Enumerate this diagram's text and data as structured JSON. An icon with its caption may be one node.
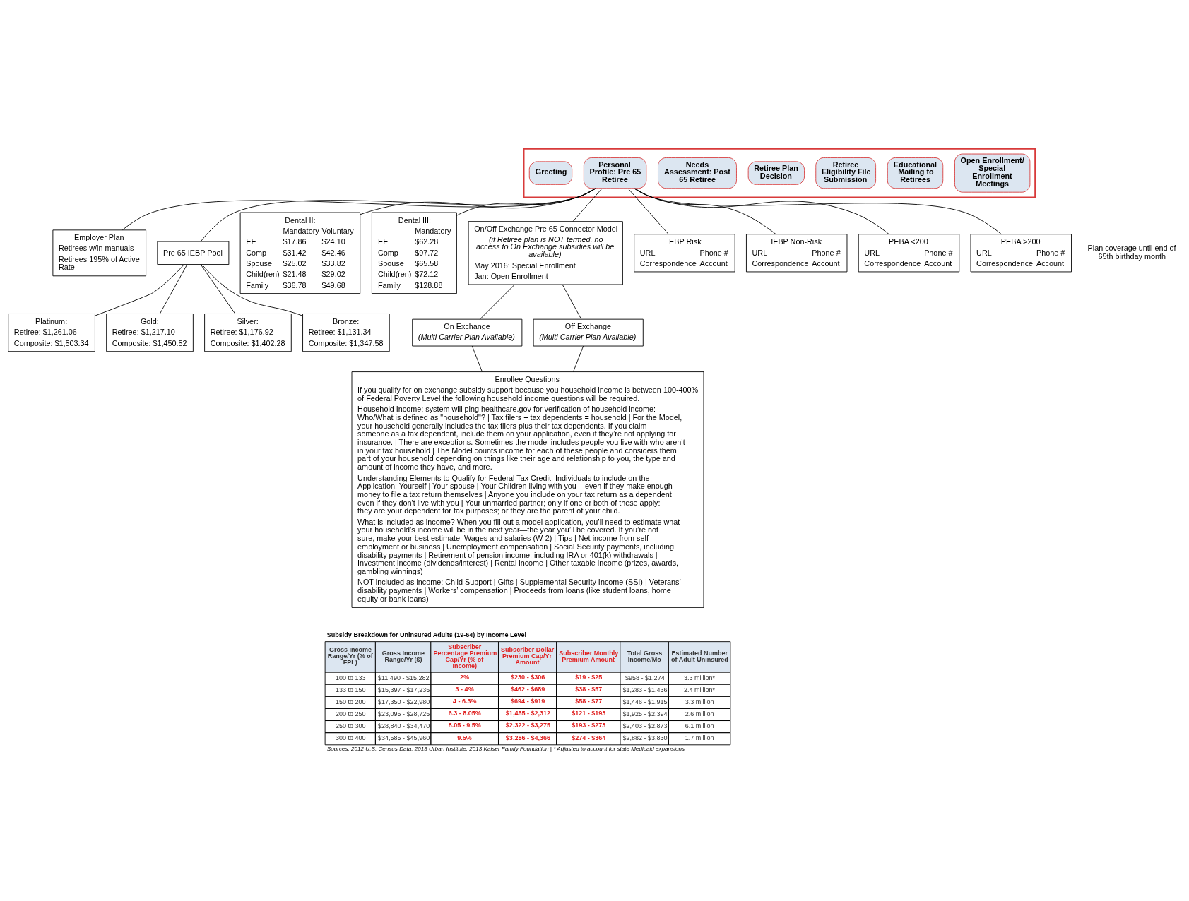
{
  "diagram": {
    "nodes": [
      {
        "text": [],
        "shape": "arrow"
      },
      {
        "text": [
          "Greeting"
        ],
        "in": 0
      },
      {
        "text": [
          "Personal Profile: Pre 65 Retiree"
        ],
        "in": 0
      },
      {
        "text": [
          "Needs Assessment: Post 65 Retiree"
        ],
        "in": 0
      },
      {
        "text": [
          "Retiree Plan Decision"
        ],
        "in": 0
      },
      {
        "text": [
          "Retiree Eligibility File Submission"
        ],
        "in": 0
      },
      {
        "text": [
          "Educational Mailing to Retirees"
        ],
        "in": 0
      },
      {
        "text": [
          "Open Enrollment/ Special Enrollment Meetings"
        ],
        "in": 0
      },
      {
        "text": [
          "Employer Plan",
          "Retirees w/in manuals",
          "Retirees 195% of Active Rate"
        ]
      },
      {
        "text": [
          "Pre 65 IEBP Pool"
        ]
      },
      {
        "text": [
          "Platinum:",
          "Retiree: $1,261.06",
          "Composite: $1,503.34"
        ]
      },
      {
        "text": [
          "Gold:",
          "Retiree: $1,217.10",
          "Composite: $1,450.52"
        ]
      },
      {
        "text": [
          "Silver:",
          "Retiree: $1,176.92",
          "Composite: $1,402.28"
        ]
      },
      {
        "text": [
          "Bronze:",
          "Retiree: $1,131.34",
          "Composite: $1,347.58"
        ]
      },
      {
        "text": [
          "Dental II:",
          "Mandatory",
          "Voluntary",
          "EE",
          "$17.86",
          "$24.10",
          "Comp",
          "$31.42",
          "$42.46",
          "Spouse",
          "$25.02",
          "$33.82",
          "Child(ren)",
          "$21.48",
          "$29.02",
          "Family",
          "$36.78",
          "$49.68"
        ]
      },
      {
        "text": [
          "Dental III:",
          "Mandatory",
          "EE",
          "$62.28",
          "Comp",
          "$97.72",
          "Spouse",
          "$65.58",
          "Child(ren)",
          "$72.12",
          "Family",
          "$128.88"
        ]
      },
      {
        "text": [
          "On/Off Exchange Pre 65 Connector Model",
          "(if Retiree plan is NOT termed, no access to On Exchange subsidies will be available)",
          "May 2016: Special Enrollment",
          "Jan: Open Enrollment"
        ]
      },
      {
        "text": [
          "On Exchange",
          "(Multi Carrier Plan Available)"
        ]
      },
      {
        "text": [
          "Off Exchange",
          "(Multi Carrier Plan Available)"
        ]
      },
      {
        "text": [
          "IEBP Risk",
          "URL",
          "Phone #",
          "Correspondence",
          "Account"
        ]
      },
      {
        "text": [
          "IEBP Non-Risk",
          "URL",
          "Phone #",
          "Correspondence",
          "Account"
        ]
      },
      {
        "text": [
          "PEBA <200",
          "URL",
          "Phone #",
          "Correspondence",
          "Account"
        ]
      },
      {
        "text": [
          "PEBA >200",
          "URL",
          "Phone #",
          "Correspondence",
          "Account"
        ]
      },
      {
        "text": [
          "Enrollee Questions",
          "If you qualify for on exchange subsidy support because you household income is between 100-400% of Federal Poverty Level the following household income questions will be required.",
          "Household Income; system will ping healthcare.gov for verification of household income: Who/What is defined as \"household\"? | Tax filers + tax dependents = household | For the Model, your household generally includes the tax filers plus their tax dependents. If you claim someone as a tax dependent, include them on your application, even if they’re not applying for insurance. | There are exceptions. Sometimes the model includes people you live with who aren’t in your tax household | The Model counts income for each of these people and considers them part of your household depending on things like their age and relationship to you, the type and amount of income they have, and more.",
          "Understanding Elements to Qualify for Federal Tax Credit, Individuals to include on the Application: Yourself | Your spouse | Your Children living with you – even if they make enough money to file a tax return themselves | Anyone you include on your tax return as a dependent even if they don’t live with you | Your unmarried partner; only if one or both of these apply: they are your dependent for tax purposes; or they are the parent of your child.",
          "What is included as income? When you fill out a model application, you’ll need to estimate what your household’s income will be in the next year—the year you’ll be covered. If you’re not sure, make your best estimate: Wages and salaries (W-2) | Tips | Net income from self-employment or business | Unemployment compensation | Social Security payments, including disability payments | Retirement of pension income, including IRA or 401(k) withdrawals | Investment income (dividends/interest) | Rental income | Other taxable income (prizes, awards, gambling winnings)",
          "NOT included as income: Child Support | Gifts | Supplemental Security Income (SSI) | Veterans’ disability payments | Workers’ compensation | Proceeds from loans (like student loans, home equity or bank loans)"
        ]
      }
    ],
    "edges": [
      {
        "from": 2,
        "to": 8,
        "arrow": "none"
      },
      {
        "from": 2,
        "to": 9,
        "arrow": "none"
      },
      {
        "from": 9,
        "to": 10,
        "arrow": "none"
      },
      {
        "from": 9,
        "to": 11,
        "arrow": "none"
      },
      {
        "from": 9,
        "to": 12,
        "arrow": "none"
      },
      {
        "from": 9,
        "to": 13,
        "arrow": "none"
      },
      {
        "from": 2,
        "to": 14,
        "arrow": "none"
      },
      {
        "from": 2,
        "to": 15,
        "arrow": "none"
      },
      {
        "from": 2,
        "to": 16,
        "arrow": "none"
      },
      {
        "from": 16,
        "to": 17,
        "arrow": "none"
      },
      {
        "from": 16,
        "to": 18,
        "arrow": "none"
      },
      {
        "from": 2,
        "to": 19,
        "arrow": "none"
      },
      {
        "from": 2,
        "to": 20,
        "arrow": "none"
      },
      {
        "from": 2,
        "to": 21,
        "arrow": "none"
      },
      {
        "from": 2,
        "to": 22,
        "arrow": "none"
      },
      {
        "from": 17,
        "to": 23,
        "arrow": "none"
      },
      {
        "from": 18,
        "to": 23,
        "arrow": "none"
      }
    ],
    "labels": [
      "Plan coverage until end of 65th birthday month",
      "Subsidy Breakdown for Uninsured Adults (19-64) by Income Level",
      "Gross Income Range/Yr (% of FPL)",
      "Gross Income Range/Yr ($)",
      "Subscriber Percentage Premium Cap/Yr (% of Income)",
      "Subscriber Dollar Premium Cap/Yr Amount",
      "Subscriber Monthly Premium Amount",
      "Total Gross Income/Mo",
      "Estimated Number of Adult Uninsured",
      "100 to 133",
      "$11,490 - $15,282",
      "2%",
      "$230 - $306",
      "$19 - $25",
      "$958 - $1,274",
      "3.3 million*",
      "133 to 150",
      "$15,397 - $17,235",
      "3 - 4%",
      "$462 - $689",
      "$38 - $57",
      "$1,283 - $1,436",
      "2.4 million*",
      "150 to 200",
      "$17,350 - $22,980",
      "4 - 6.3%",
      "$694 - $919",
      "$58 - $77",
      "$1,446 - $1,915",
      "3.3 million",
      "200 to 250",
      "$23,095 - $28,725",
      "6.3 - 8.05%",
      "$1,455 - $2,312",
      "$121 - $193",
      "$1,925 - $2,394",
      "2.6 million",
      "250 to 300",
      "$28,840 - $34,470",
      "8.05 - 9.5%",
      "$2,322 - $3,275",
      "$193 - $273",
      "$2,403 - $2,873",
      "6.1 million",
      "300 to 400",
      "$34,585 - $45,960",
      "9.5%",
      "$3,286 - $4,366",
      "$274 - $364",
      "$2,882 - $3,830",
      "1.7 million",
      "Sources: 2012 U.S. Census Data; 2013 Urban Institute; 2013 Kaiser Family Foundation | * Adjusted to account for state Medicaid expansions"
    ]
  }
}
